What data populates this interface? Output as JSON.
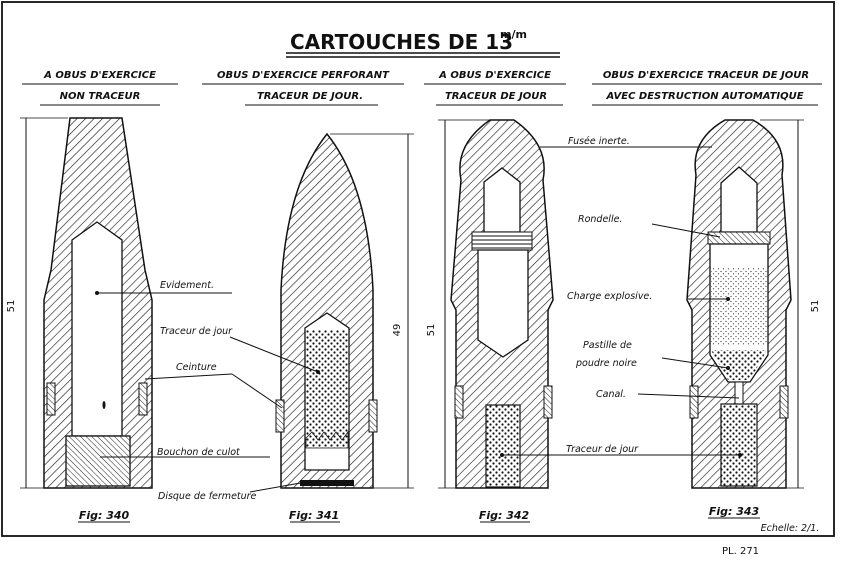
{
  "title": "CARTOUCHES DE 13",
  "title_unit": "m/m",
  "headers": [
    {
      "line1": "A OBUS D'EXERCICE",
      "line2": "NON TRACEUR"
    },
    {
      "line1": "OBUS D'EXERCICE PERFORANT",
      "line2": "TRACEUR DE JOUR."
    },
    {
      "line1": "A OBUS D'EXERCICE",
      "line2": "TRACEUR DE JOUR"
    },
    {
      "line1": "OBUS D'EXERCICE TRACEUR DE JOUR",
      "line2": "AVEC DESTRUCTION AUTOMATIQUE"
    }
  ],
  "labels": {
    "evidement": "Evidement.",
    "ceinture": "Ceinture",
    "bouchon": "Bouchon de culot",
    "traceur1": "Traceur de jour",
    "disque": "Disque de fermeture",
    "fusee": "Fusée inerte.",
    "rondelle": "Rondelle.",
    "charge": "Charge explosive.",
    "pastille1": "Pastille de",
    "pastille2": "poudre noire",
    "canal": "Canal.",
    "traceur2": "Traceur de jour"
  },
  "dimensions": {
    "d340": "51",
    "d341": "49",
    "d342": "51",
    "d343": "51"
  },
  "figures": [
    "Fig: 340",
    "Fig: 341",
    "Fig: 342",
    "Fig: 343"
  ],
  "scale": "Echelle: 2/1.",
  "plate": "PL. 271"
}
